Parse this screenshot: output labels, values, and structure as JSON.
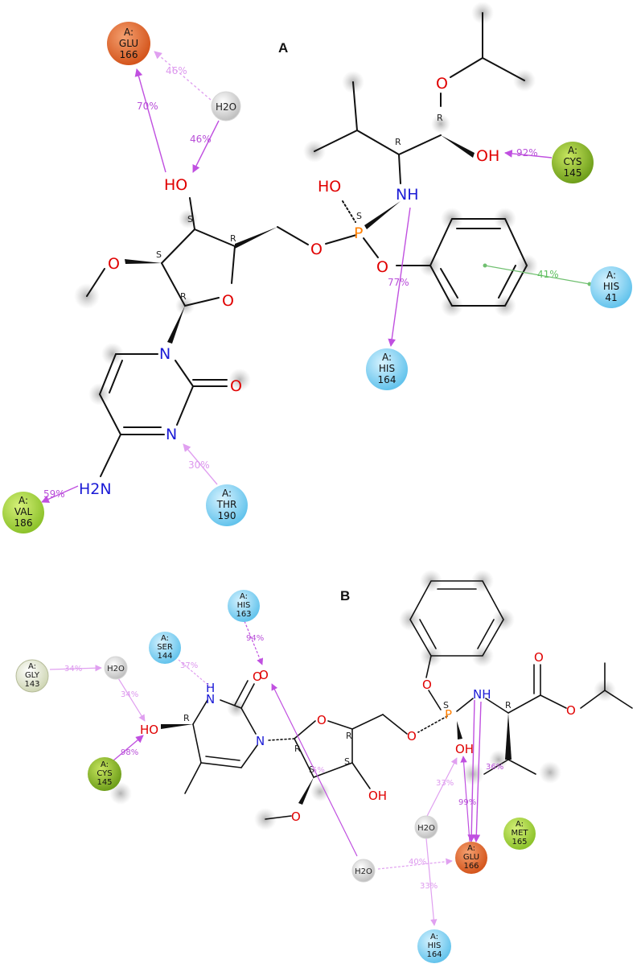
{
  "panels": {
    "a": {
      "label": "A",
      "residues": [
        {
          "chain": "A:",
          "name": "GLU",
          "num": "166",
          "color": "#e46a2c"
        },
        {
          "chain": "A:",
          "name": "CYS",
          "num": "145",
          "color": "#8fbf2a"
        },
        {
          "chain": "A:",
          "name": "HIS",
          "num": "41",
          "color": "#7fd0f0"
        },
        {
          "chain": "A:",
          "name": "HIS",
          "num": "164",
          "color": "#7fd0f0"
        },
        {
          "chain": "A:",
          "name": "VAL",
          "num": "186",
          "color": "#9ccf2e"
        },
        {
          "chain": "A:",
          "name": "THR",
          "num": "190",
          "color": "#7fd0f0"
        }
      ],
      "water": "H2O",
      "percents": {
        "glu_water": "46%",
        "water_oh": "46%",
        "oh_glu": "70%",
        "oh_cys": "92%",
        "pi_his41": "41%",
        "nh_his164": "77%",
        "nh2_val": "59%",
        "thr_n": "30%"
      },
      "atoms": {
        "o": "O",
        "oh": "OH",
        "ho": "HO",
        "n": "N",
        "nh": "NH",
        "p": "P",
        "nh2": "H2N"
      },
      "stereo": {
        "r": "R",
        "s": "S"
      }
    },
    "b": {
      "label": "B",
      "residues": [
        {
          "chain": "A:",
          "name": "HIS",
          "num": "163",
          "color": "#7fd0f0"
        },
        {
          "chain": "A:",
          "name": "SER",
          "num": "144",
          "color": "#7fd0f0"
        },
        {
          "chain": "A:",
          "name": "GLY",
          "num": "143",
          "color": "#e6ead0"
        },
        {
          "chain": "A:",
          "name": "CYS",
          "num": "145",
          "color": "#8fbf2a"
        },
        {
          "chain": "A:",
          "name": "GLU",
          "num": "166",
          "color": "#e46a2c"
        },
        {
          "chain": "A:",
          "name": "MET",
          "num": "165",
          "color": "#9ccf2e"
        },
        {
          "chain": "A:",
          "name": "HIS",
          "num": "164",
          "color": "#7fd0f0"
        }
      ],
      "water": "H2O",
      "percents": {
        "his163_o": "94%",
        "ser_water": "37%",
        "gly_water": "34%",
        "water_oh": "34%",
        "cys_oh": "98%",
        "water_oh_p": "33%",
        "glu_nh": "99%",
        "glu_oh": "36%",
        "water_glu": "40%",
        "water_his164": "33%",
        "ring_o": "5%"
      },
      "atoms": {
        "o": "O",
        "oh": "OH",
        "ho": "HO",
        "n": "N",
        "nh": "NH",
        "h": "H",
        "p": "P"
      },
      "stereo": {
        "r": "R",
        "s": "S"
      }
    }
  }
}
